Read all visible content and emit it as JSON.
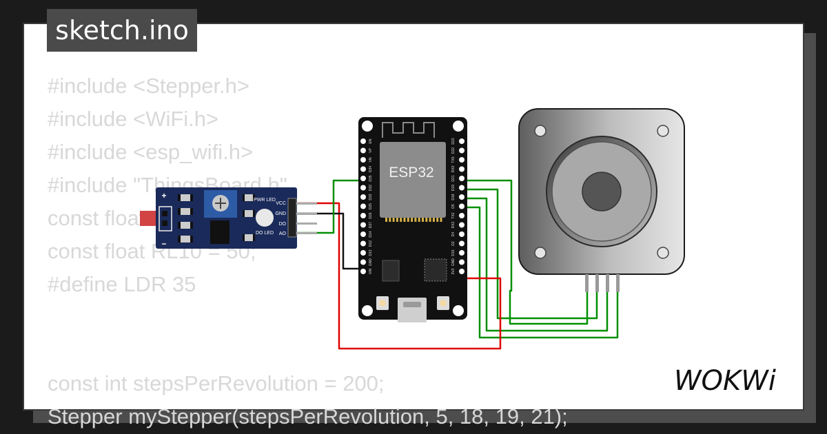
{
  "file_tab": {
    "label": "sketch.ino"
  },
  "code_lines": [
    "#include <Stepper.h>",
    "#include <WiFi.h>",
    "#include <esp_wifi.h>",
    "#include \"ThingsBoard.h\"",
    "const float GAMMA = 0.7;",
    "const float RL10 = 50;",
    "#define LDR 35",
    "",
    "",
    "const int stepsPerRevolution = 200;",
    "Stepper myStepper(stepsPerRevolution, 5, 18, 19, 21);"
  ],
  "esp32": {
    "label": "ESP32",
    "left_pins": [
      "EN",
      "VP",
      "VN",
      "D34",
      "D35",
      "D32",
      "D33",
      "D25",
      "D26",
      "D27",
      "D14",
      "D12",
      "D13",
      "GND",
      "VIN"
    ],
    "right_pins": [
      "D23",
      "D22",
      "TX0",
      "RX0",
      "D21",
      "D19",
      "D18",
      "D5",
      "TX2",
      "RX2",
      "D4",
      "D2",
      "D15",
      "GND",
      "3V3"
    ]
  },
  "ldr_module": {
    "pins": [
      "VCC",
      "GND",
      "DO",
      "AO"
    ],
    "pwr_led_label": "PWR LED",
    "do_led_label": "DO LED",
    "plus_sign": "+",
    "minus_sign": "−"
  },
  "brand": {
    "logo_text": "WOKWi"
  },
  "colors": {
    "wire_green": "#008f00",
    "wire_red": "#e00000",
    "wire_black": "#111111",
    "background": "#1b1b1b"
  }
}
